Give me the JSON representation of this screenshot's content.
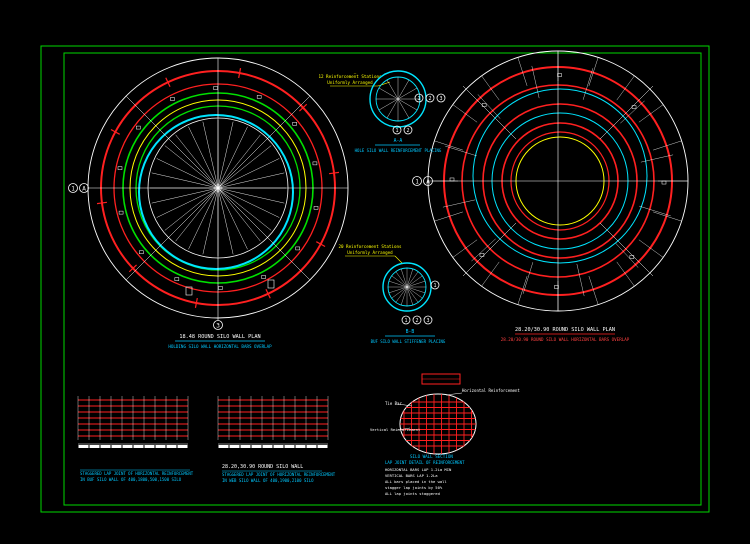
{
  "colors": {
    "background": "#000000",
    "frame": "#00d800",
    "white": "#ffffff",
    "red": "#ff2020",
    "green": "#00e000",
    "cyan": "#00e5ff",
    "yellow": "#ffff00",
    "caption_cyan": "#00c8ff"
  },
  "drawing": {
    "plan_left": {
      "caption": "18.48 ROUND SILO WALL PLAN",
      "subcaption": "HOLDING SILO WALL HORIZONTAL BARS OVERLAP",
      "axis_a": "A",
      "axis_1": "1",
      "axis_bottom": "3"
    },
    "plan_right": {
      "caption": "28.20/30.90 ROUND SILO WALL PLAN",
      "subcaption": "28.20/30.90 ROUND SILO WALL HORIZONTAL BARS OVERLAP",
      "axis_a": "A",
      "axis_1": "1"
    },
    "detail_top": {
      "note1": "12 Reinforcement Stations",
      "note2": "Uniformly Arranged",
      "label": "A-A",
      "caption": "HOLE SILO WALL REINFORCEMENT PLACING",
      "marks": [
        "1",
        "2",
        "3"
      ]
    },
    "detail_bottom": {
      "note1": "20 Reinforcement Stations",
      "note2": "Uniformly Arranged",
      "label": "B-B",
      "caption": "BUF SILO WALL STIFFENER PLACING",
      "marks": [
        "1",
        "2",
        "3"
      ]
    },
    "section_left": {
      "caption": "STAGGERED LAP JOINT OF HORIZONTAL REINFORCEMENT",
      "subcaption": "IN BUF SILO WALL OF 400,1800,500,1500 SILO"
    },
    "section_mid": {
      "title": "28.20,30.90 ROUND SILO WALL",
      "caption": "STAGGERED LAP JOINT OF HORIZONTAL REINFORCEMENT",
      "subcaption": "IN WEB SILO WALL OF 400,1900,2100 SILO"
    },
    "detail_ellipse": {
      "label_top": "Horizontal Reinforcement",
      "label_side": "Tie Bar",
      "label_bottom": "Vertical Reinforcement",
      "caption": "SILO WALL SECTION",
      "note_title": "LAP JOINT DETAIL OF REINFORCEMENT",
      "notes": [
        "HORIZONTAL BARS LAP 1.2La MIN",
        "VERTICAL BARS LAP 1.2La",
        "ALL bars placed in the wall",
        "stagger lap joints by 50%",
        "ALL lap joints staggered"
      ]
    }
  }
}
